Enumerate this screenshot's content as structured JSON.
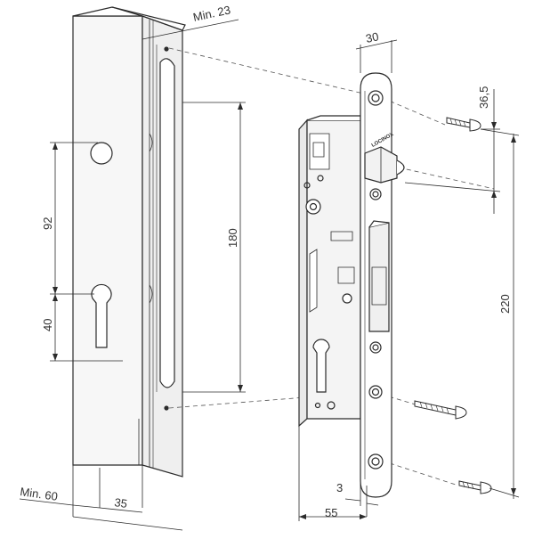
{
  "dimensions": {
    "min_23": "Min. 23",
    "d30": "30",
    "d36_5": "36,5",
    "d92": "92",
    "d40": "40",
    "d180": "180",
    "d220": "220",
    "d3": "3",
    "d55": "55",
    "min_60": "Min. 60",
    "d35": "35"
  },
  "brand": {
    "name": "LOCINOX"
  }
}
